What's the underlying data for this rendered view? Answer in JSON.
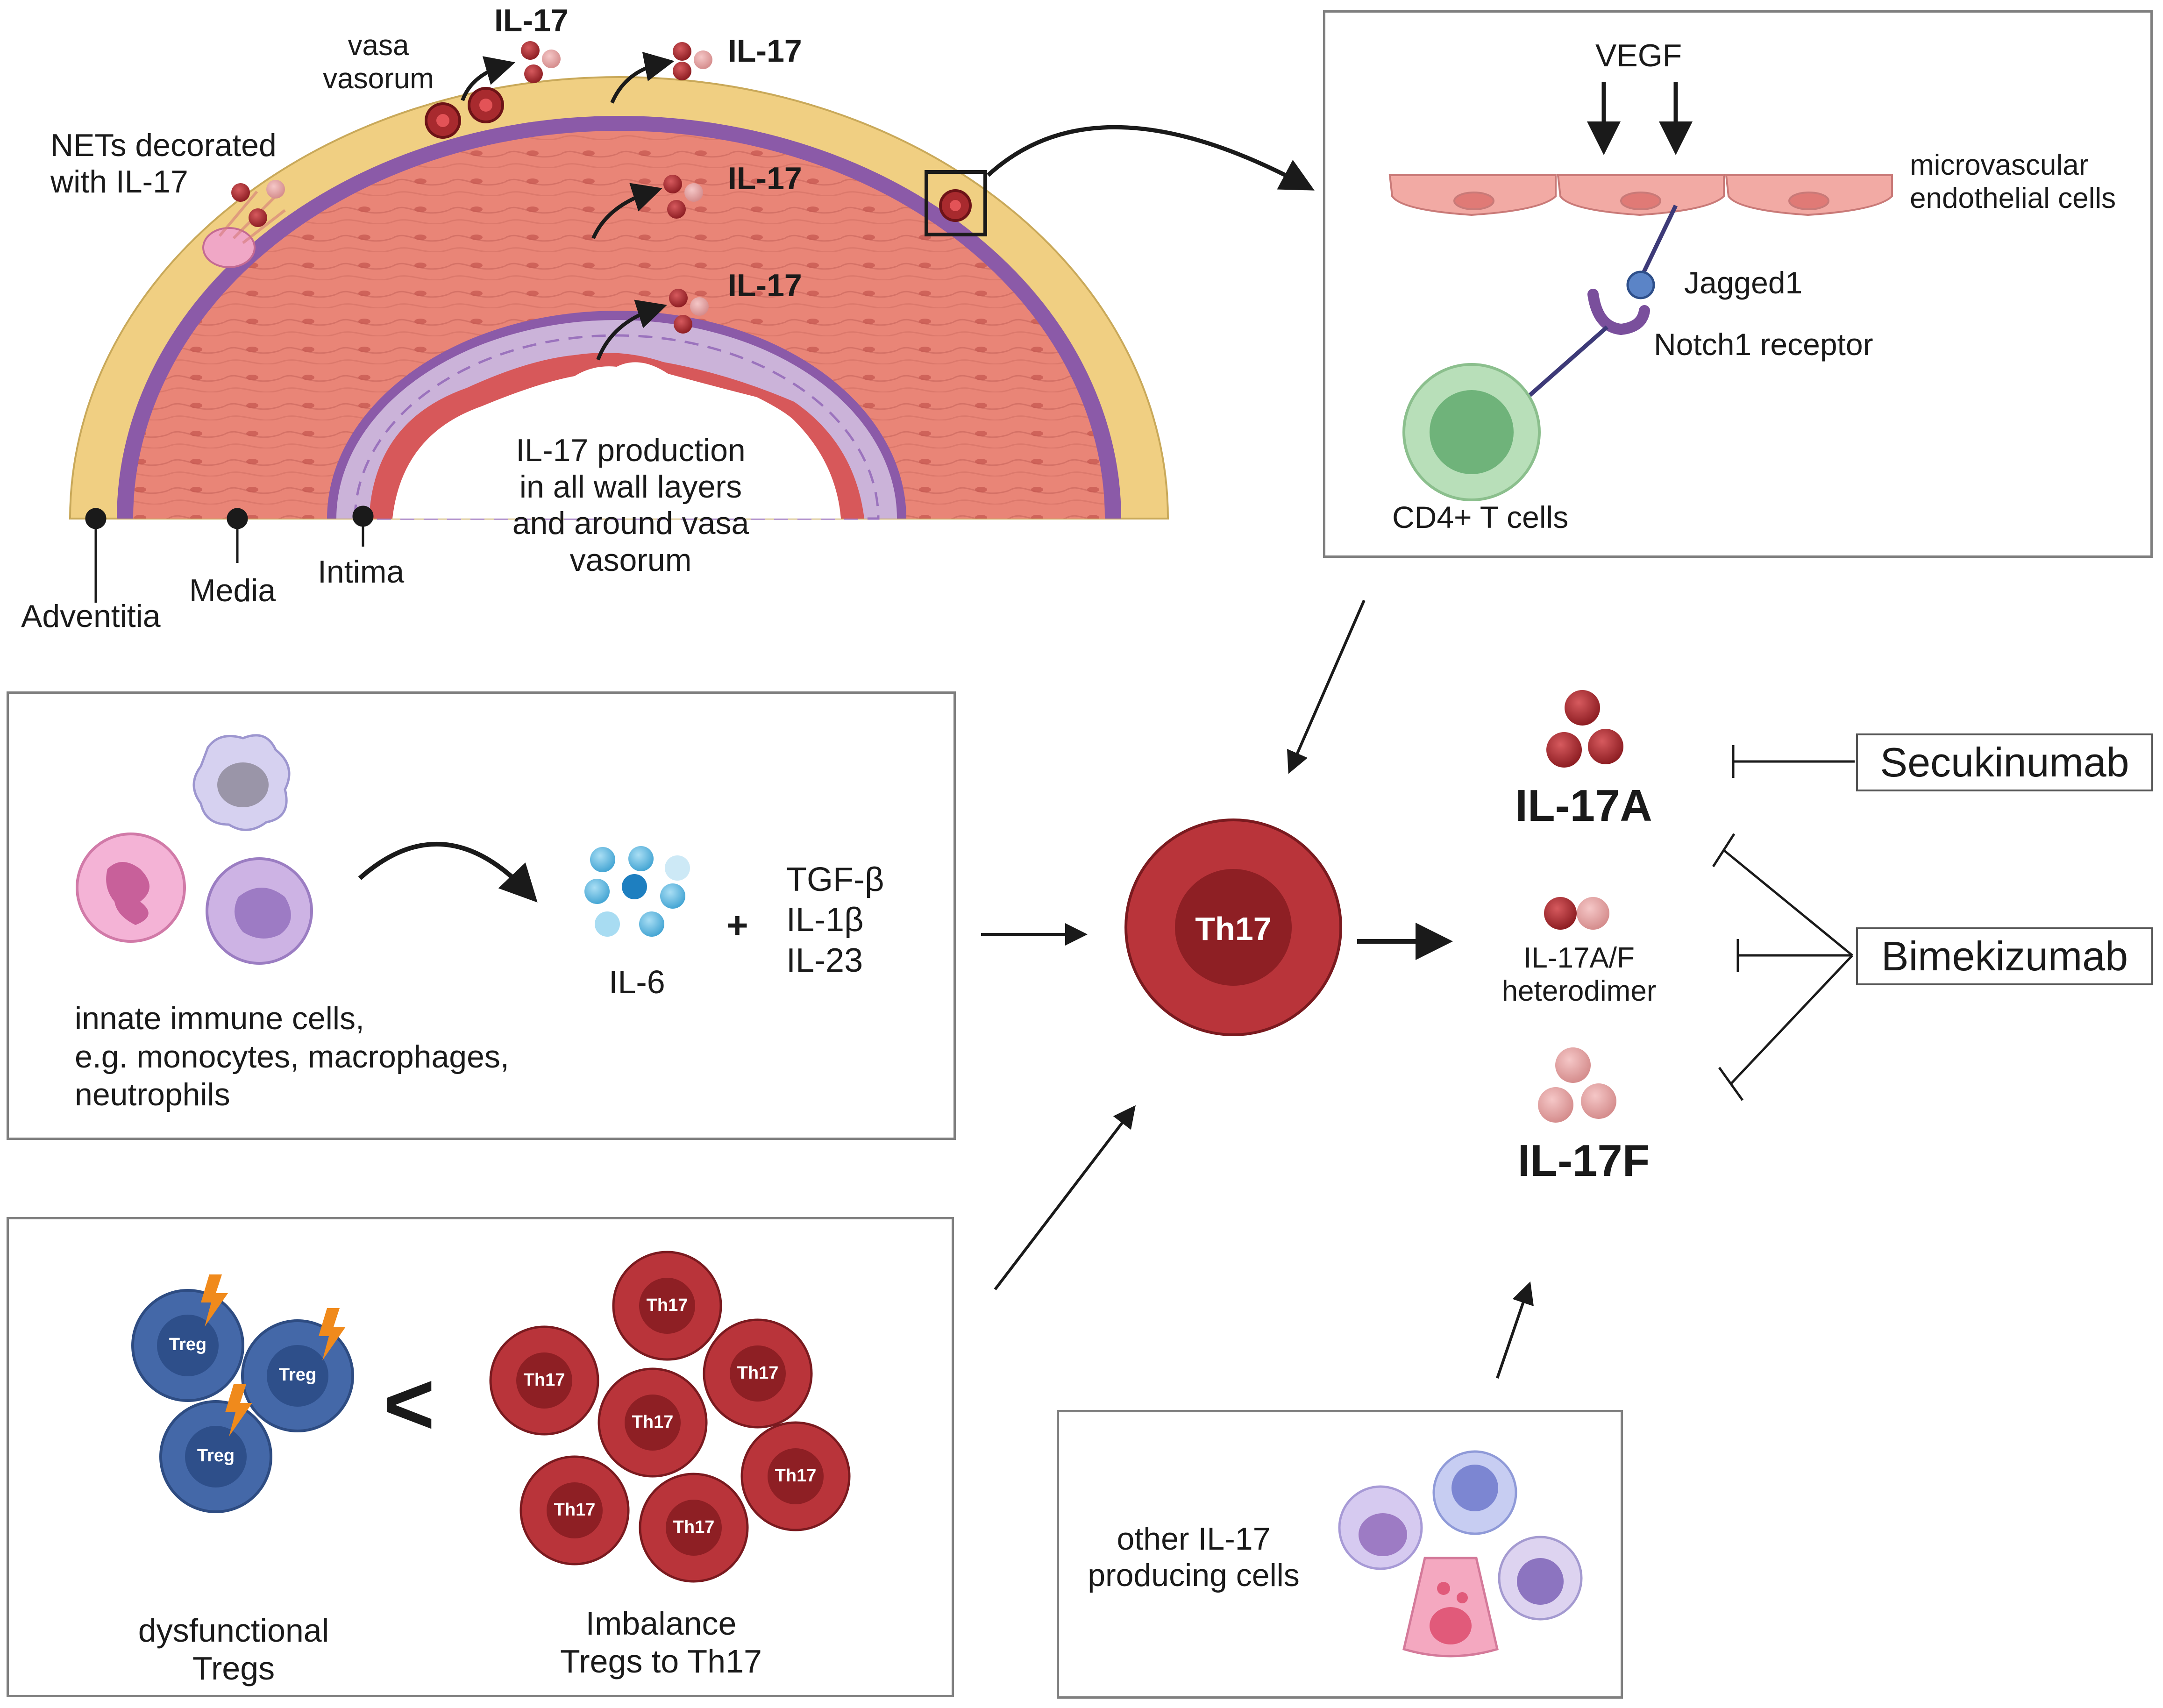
{
  "colors": {
    "adventitia": "#f0cf82",
    "media": "#e98577",
    "intima": "#cbb3d9",
    "membrane": "#7a4f9c",
    "il17a": "#a82a2e",
    "il17f": "#e6a3a3",
    "th17": "#b9343a",
    "treg": "#4468a8",
    "endothelial": "#f2aaa4",
    "tcell": "#9ccc9e",
    "il6": "#5ab6e0",
    "lightning": "#f08a1c",
    "box_border": "#7f7f7f"
  },
  "vessel": {
    "label_vasa": "vasa\nvasorum",
    "label_nets": "NETs decorated\nwith IL-17",
    "il17_labels": [
      "IL-17",
      "IL-17",
      "IL-17",
      "IL-17"
    ],
    "production_text": "IL-17 production\nin all wall layers\nand around vasa\nvasorum",
    "layers": [
      "Adventitia",
      "Media",
      "Intima"
    ]
  },
  "notch_panel": {
    "vegf": "VEGF",
    "endothelial": "microvascular\nendothelial cells",
    "jagged": "Jagged1",
    "notch": "Notch1 receptor",
    "tcells": "CD4+ T cells"
  },
  "innate_panel": {
    "cells_label": "innate immune cells,\ne.g. monocytes, macrophages,\nneutrophils",
    "il6": "IL-6",
    "plus": "+",
    "cytokines": "TGF-β\nIL-1β\nIL-23"
  },
  "center": {
    "th17": "Th17"
  },
  "products": {
    "il17a": "IL-17A",
    "heterodimer": "IL-17A/F\nheterodimer",
    "il17f": "IL-17F"
  },
  "drugs": {
    "secukinumab": "Secukinumab",
    "bimekizumab": "Bimekizumab"
  },
  "treg_panel": {
    "treg_label": "Treg",
    "th17_label": "Th17",
    "lt": "<",
    "dysfunctional": "dysfunctional\nTregs",
    "imbalance": "Imbalance\nTregs to Th17"
  },
  "other_panel": {
    "label": "other IL-17\nproducing cells"
  }
}
